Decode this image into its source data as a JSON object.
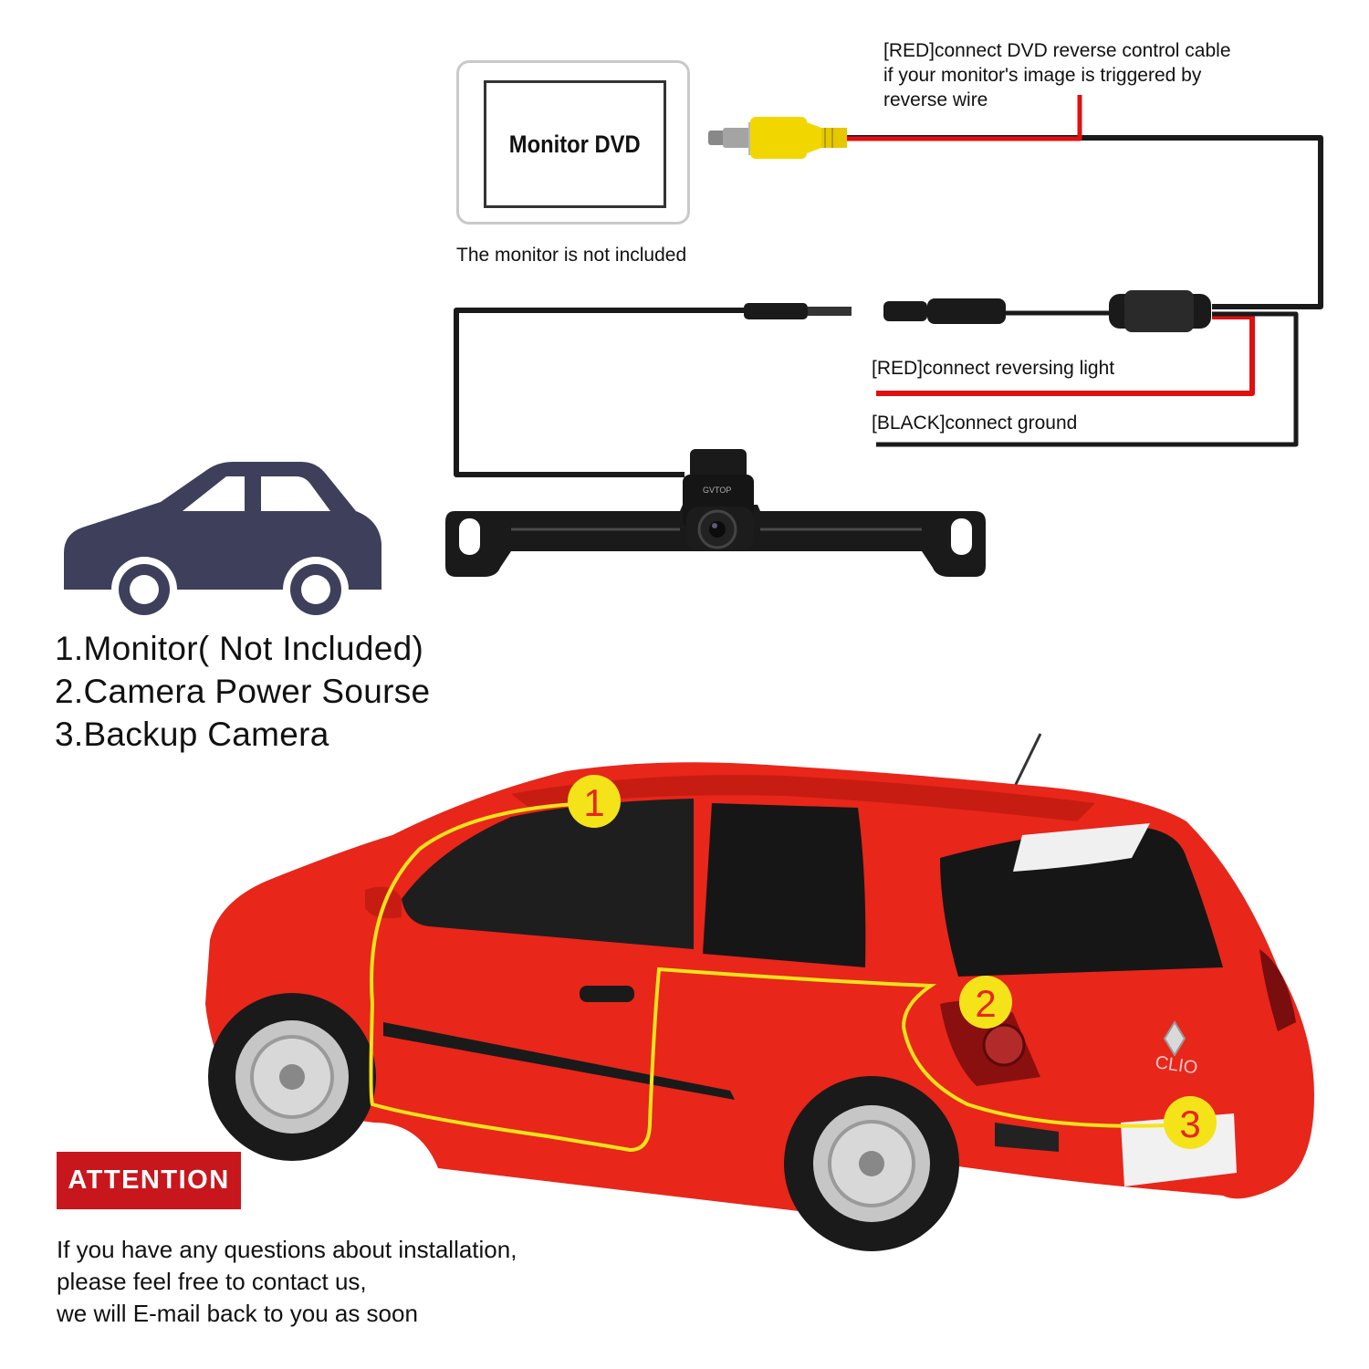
{
  "monitor": {
    "label": "Monitor DVD",
    "note": "The monitor is not included"
  },
  "wiring": {
    "red_dvd_note": [
      "[RED]connect DVD reverse control cable",
      "if your monitor's image is triggered by",
      "reverse wire"
    ],
    "red_light_note": "[RED]connect reversing light",
    "black_ground_note": "[BLACK]connect ground",
    "camera_brand": "GVTOP"
  },
  "legend": {
    "items": [
      "1.Monitor( Not Included)",
      "2.Camera Power Sourse",
      "3.Backup Camera"
    ]
  },
  "car_markers": [
    "1",
    "2",
    "3"
  ],
  "car_badge": "CLIO",
  "attention": {
    "label": "ATTENTION",
    "lines": [
      "If you have any questions about installation,",
      "please feel free to contact us,",
      "we will E-mail back to you as soon"
    ]
  },
  "colors": {
    "wire_black": "#1a1a1a",
    "wire_red": "#e01010",
    "rca_yellow": "#f2d600",
    "car_red": "#e8261a",
    "route_yellow": "#f5e31a",
    "attention_red": "#c8161d",
    "car_icon": "#3e3f5a"
  }
}
